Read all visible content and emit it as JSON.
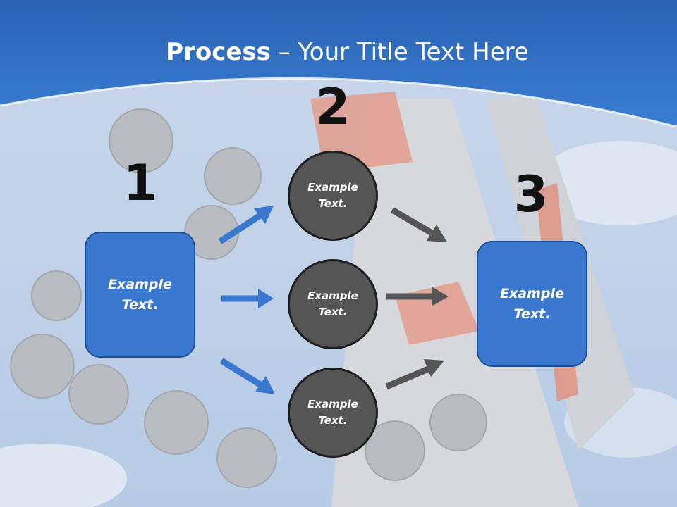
{
  "slide": {
    "title_bold": "Process",
    "title_dash": " – ",
    "title_rest": "Your Title Text Here"
  },
  "steps": [
    {
      "number": "1",
      "line1": "Example",
      "line2": "Text."
    },
    {
      "number": "2",
      "line1": "Example",
      "line2": "Text."
    },
    {
      "number": "3",
      "line1": "Example",
      "line2": "Text."
    }
  ],
  "circles": [
    {
      "line1": "Example",
      "line2": "Text."
    },
    {
      "line1": "Example",
      "line2": "Text."
    },
    {
      "line1": "Example",
      "line2": "Text."
    }
  ],
  "colors": {
    "header_blue": "#2f6fc4",
    "box_blue": "#3a78d0",
    "circle_gray": "#555555",
    "arrow_blue": "#3a78d0",
    "arrow_gray": "#555555"
  }
}
